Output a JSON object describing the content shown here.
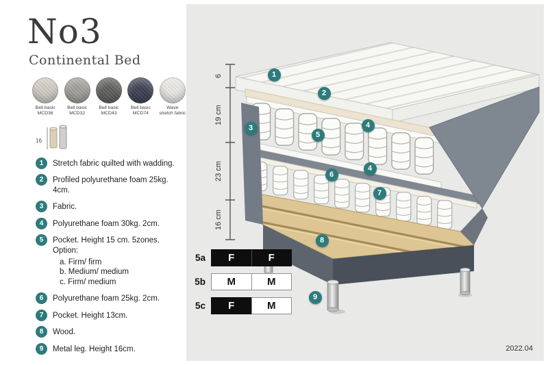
{
  "header": {
    "title": "No3",
    "subtitle": "Continental Bed"
  },
  "swatches": [
    {
      "name": "Bell basic",
      "code": "MCD36",
      "color": "#cfccc4"
    },
    {
      "name": "Bell basic",
      "code": "MCD32",
      "color": "#a19f9a"
    },
    {
      "name": "Bell basic",
      "code": "MCD43",
      "color": "#5f5f5d"
    },
    {
      "name": "Bell basic",
      "code": "MCD74",
      "color": "#3c4254"
    },
    {
      "name": "Wave",
      "code": "stretch fabric",
      "color": "#e9e8e4"
    }
  ],
  "leg_height_icon": {
    "value": "16"
  },
  "features": [
    {
      "num": "1",
      "text": "Stretch fabric quilted with wadding."
    },
    {
      "num": "2",
      "text": "Profiled polyurethane foam 25kg. 4cm."
    },
    {
      "num": "3",
      "text": "Fabric."
    },
    {
      "num": "4",
      "text": "Polyurethane foam 30kg. 2cm."
    },
    {
      "num": "5",
      "text": "Pocket. Height 15 cm. 5zones. Option:",
      "options": [
        "a. Firm/ firm",
        "b. Medium/ medium",
        "c. Firm/ medium"
      ]
    },
    {
      "num": "6",
      "text": "Polyurethane foam 25kg. 2cm."
    },
    {
      "num": "7",
      "text": "Pocket. Height 13cm."
    },
    {
      "num": "8",
      "text": "Wood."
    },
    {
      "num": "9",
      "text": "Metal leg. Height 16cm."
    }
  ],
  "diagram": {
    "measurements": [
      {
        "label": "6"
      },
      {
        "label": "19 cm"
      },
      {
        "label": "23 cm"
      },
      {
        "label": "16 cm"
      }
    ],
    "callouts": [
      "1",
      "2",
      "4",
      "3",
      "5",
      "4",
      "6",
      "7",
      "8",
      "9"
    ],
    "firmness": {
      "rows": [
        {
          "label": "5a",
          "cells": [
            {
              "text": "F",
              "variant": "dark"
            },
            {
              "text": "F",
              "variant": "dark"
            }
          ]
        },
        {
          "label": "5b",
          "cells": [
            {
              "text": "M",
              "variant": "light"
            },
            {
              "text": "M",
              "variant": "light"
            }
          ]
        },
        {
          "label": "5c",
          "cells": [
            {
              "text": "F",
              "variant": "dark"
            },
            {
              "text": "M",
              "variant": "light"
            }
          ]
        }
      ]
    },
    "version": "2022.04"
  },
  "colors": {
    "badge": "#2e7b7c",
    "panel": "#e9e9e8",
    "fabric": "#7f8791",
    "fabric_dark": "#5d646e",
    "wood": "#ddc693"
  }
}
